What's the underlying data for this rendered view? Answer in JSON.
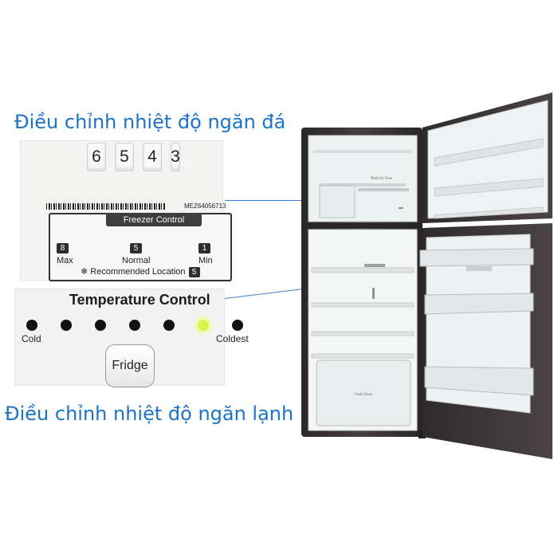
{
  "captions": {
    "freezer": "Điều chỉnh nhiệt độ ngăn đá",
    "fridge": "Điều chỉnh nhiệt độ ngăn lạnh"
  },
  "freezer_panel": {
    "dial_digits": [
      "6",
      "5",
      "4",
      "3"
    ],
    "model_code": "MEZ64056713",
    "title": "Freezer Control",
    "settings": [
      {
        "num": "8",
        "label": "Max"
      },
      {
        "num": "5",
        "label": "Normal"
      },
      {
        "num": "1",
        "label": "Min"
      }
    ],
    "recommended_label": "❄ Recommended Location",
    "recommended_value": "5"
  },
  "temp_panel": {
    "title": "Temperature Control",
    "left_label": "Cold",
    "right_label": "Coldest",
    "button_label": "Fridge",
    "level_count": 7,
    "active_level": 6
  },
  "appliance_labels": {
    "multi_air_flow": "Multi Air Flow",
    "fresh_zone": "Fresh Zone"
  },
  "colors": {
    "caption": "#1a73c8",
    "leader_line": "#3b82d6",
    "led_active": "#d8f44a",
    "fridge_body": "#3a3538",
    "fridge_interior": "#f4f6f6"
  }
}
